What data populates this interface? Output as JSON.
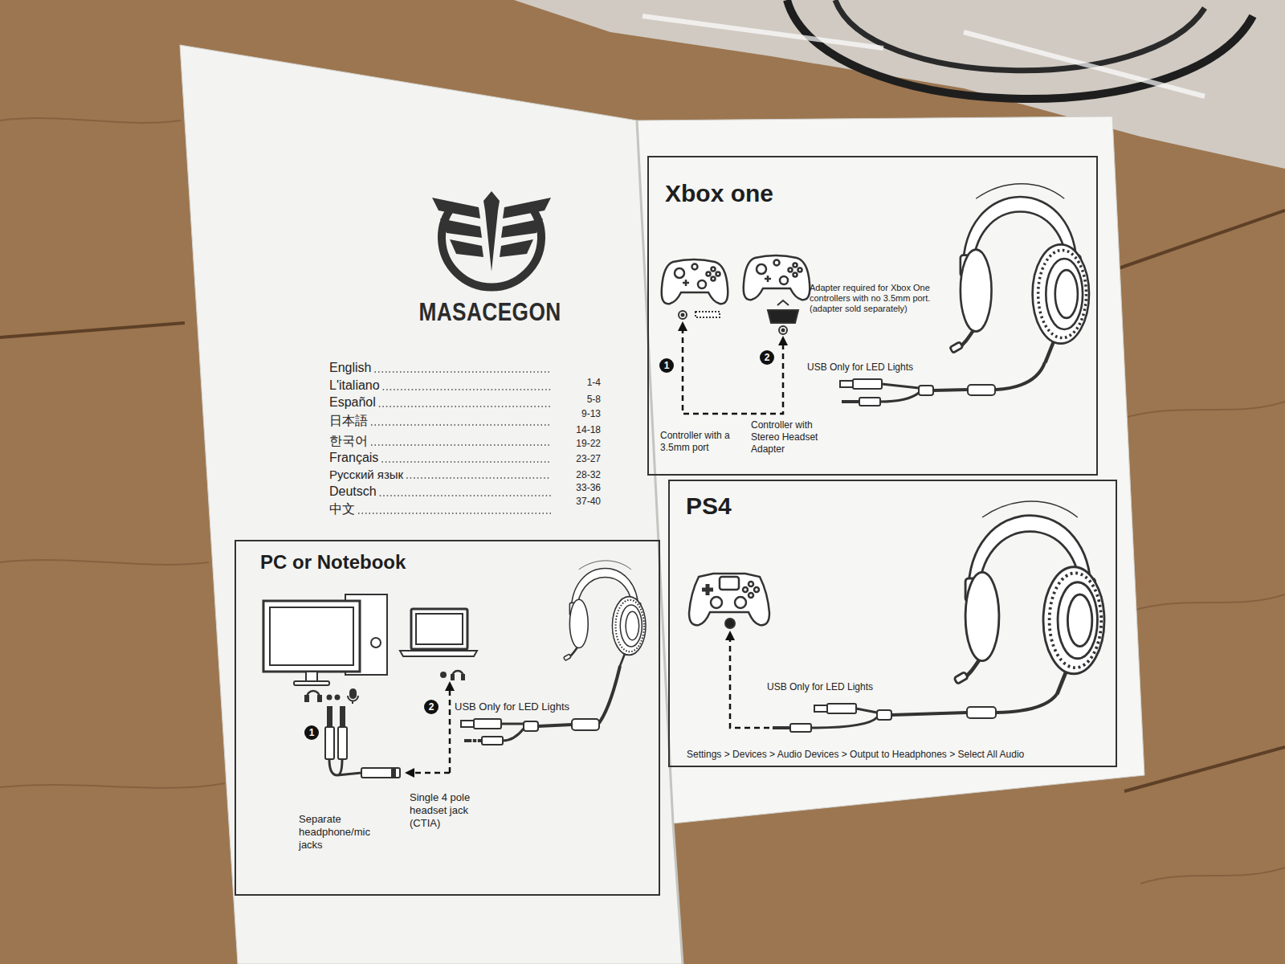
{
  "diagram": {
    "nodes": [
      {
        "text": [
          "PC or Notebook"
        ]
      },
      {
        "text": [
          "Xbox one"
        ]
      },
      {
        "text": [
          "PS4"
        ]
      }
    ],
    "labels": [
      "MASACEGON",
      "English",
      "L'italiano",
      "1-4",
      "Español",
      "5-8",
      "日本語",
      "9-13",
      "한국어",
      "14-18",
      "19-22",
      "Français",
      "23-27",
      "Русский язык",
      "28-32",
      "Deutsch",
      "33-36",
      "中文",
      "37-40",
      "1",
      "2",
      "USB Only for LED Lights",
      "Single 4 pole headset jack (CTIA)",
      "Separate headphone/mic jacks",
      "Adapter required for Xbox One controllers with no 3.5mm port. (adapter sold separately)",
      "1",
      "2",
      "USB Only for LED Lights",
      "Controller with a 3.5mm port",
      "Controller with Stereo Headset Adapter",
      "USB Only for LED Lights",
      "Settings > Devices > Audio Devices > Output to Headphones > Select All Audio"
    ]
  }
}
